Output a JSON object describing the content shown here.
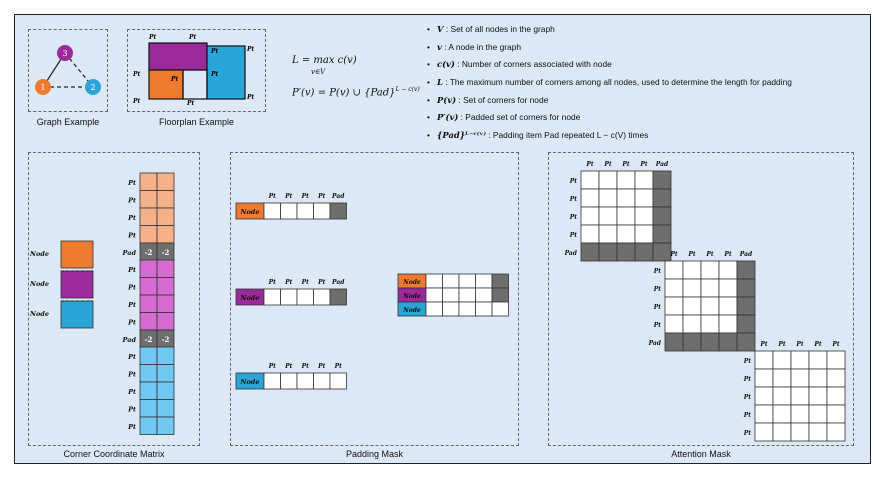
{
  "graph_example": {
    "caption": "Graph Example",
    "nodes": [
      {
        "label": "3",
        "color": "#9b2a9b"
      },
      {
        "label": "1",
        "color": "#ee7a30"
      },
      {
        "label": "2",
        "color": "#2aa5d8"
      }
    ]
  },
  "floorplan_example": {
    "caption": "Floorplan Example",
    "labels": [
      "Pt",
      "Pt",
      "Pt",
      "Pt",
      "Pt",
      "Pt",
      "Pt",
      "Pt",
      "Pt"
    ]
  },
  "formulas": {
    "max_corners": "L = max c(v)",
    "max_sub": "v∈V",
    "padded_set": "P′(v) = P(v) ∪ {Pad}",
    "padded_exp": "L − c(v)"
  },
  "definitions": [
    {
      "symbol": "V",
      "text": " : Set of all nodes in the graph"
    },
    {
      "symbol": "v",
      "text": " : A node in the graph"
    },
    {
      "symbol": "c(v)",
      "text": " : Number of corners associated with node"
    },
    {
      "symbol": "L",
      "text": " : The maximum number of corners among all nodes, used to determine the length for padding"
    },
    {
      "symbol": "P(v)",
      "text": " : Set of corners for node"
    },
    {
      "symbol": "P′(v)",
      "text": " : Padded set of corners for node"
    },
    {
      "symbol": "{Pad}ᴸ⁻ᶜ⁽ᵛ⁾",
      "text": " : Padding item Pad repeated L − c(V) times"
    }
  ],
  "corner_matrix": {
    "caption": "Corner Coordinate Matrix",
    "nodes": [
      "Node",
      "Node",
      "Node"
    ],
    "pad_label": "Pad",
    "pt_label": "Pt",
    "pad_value": "-2"
  },
  "padding_mask": {
    "caption": "Padding Mask",
    "node_label": "Node",
    "pad_label": "Pad",
    "pt_label": "Pt"
  },
  "attention_mask": {
    "caption": "Attention Mask",
    "pad_label": "Pad",
    "pt_label": "Pt"
  },
  "colors": {
    "orange": "#ee7a30",
    "purple": "#9b2a9b",
    "blue": "#2aa5d8",
    "orange_light": "#f5b08a",
    "purple_light": "#d56ad0",
    "blue_light": "#6fc8ef",
    "pad_gray": "#6e6e6e"
  }
}
